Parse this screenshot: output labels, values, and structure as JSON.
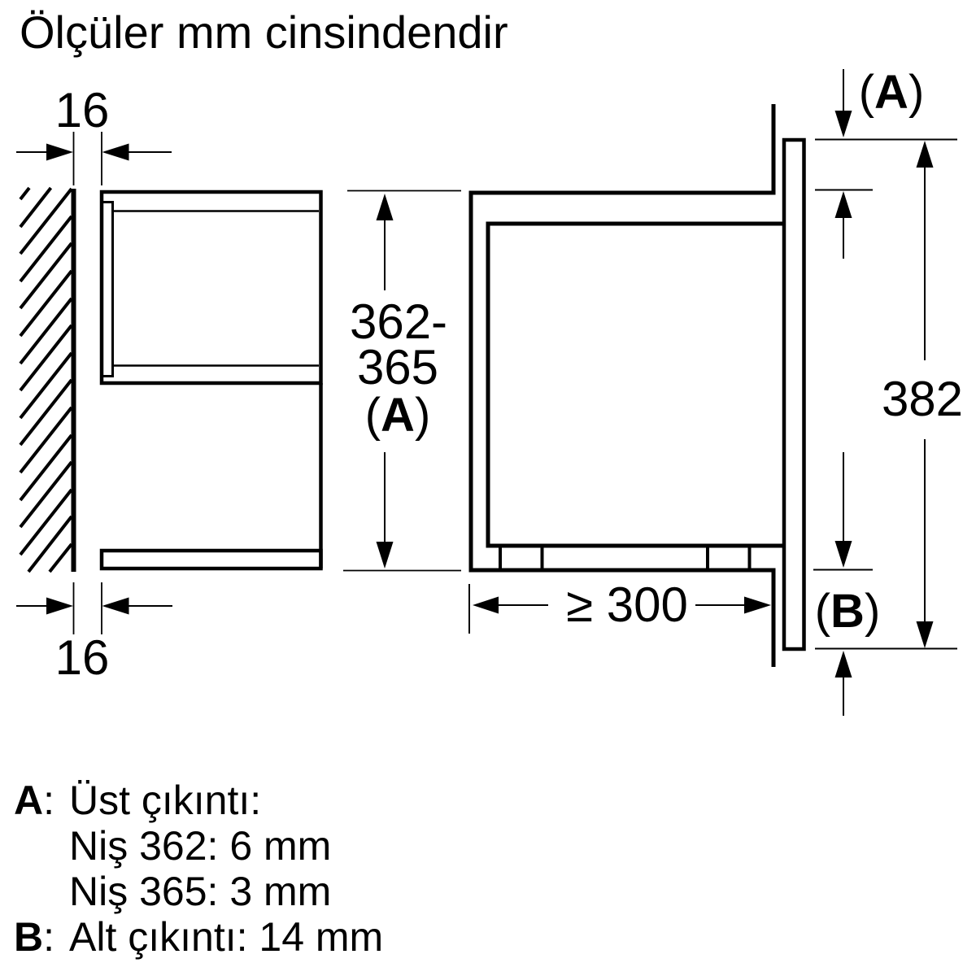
{
  "title": "Ölçüler mm cinsindendir",
  "dimensions": {
    "wall_gap_top": "16",
    "wall_gap_bottom": "16",
    "niche_height_min": "362-",
    "niche_height_max": "365",
    "niche_depth": "≥ 300",
    "fascia_height": "382",
    "label_a": "A",
    "label_b": "B",
    "paren_open": "(",
    "paren_close": ")"
  },
  "legend": {
    "a_label": "A",
    "colon": ":",
    "a_text": "Üst çıkıntı:",
    "nis_362": "Niş 362: 6 mm",
    "nis_365": "Niş 365: 3 mm",
    "b_label": "B",
    "b_text": "Alt çıkıntı: 14 mm"
  },
  "colors": {
    "line": "#000000",
    "background": "#ffffff"
  }
}
